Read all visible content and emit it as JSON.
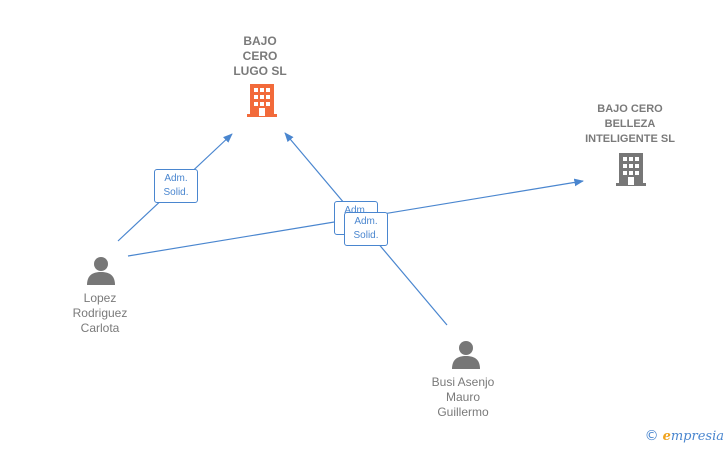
{
  "companies": [
    {
      "id": "lugo",
      "lines": "BAJO\nCERO\nLUGO  SL",
      "color": "#f26a3a"
    },
    {
      "id": "belleza",
      "lines": "BAJO CERO\nBELLEZA\nINTELIGENTE SL",
      "color": "#777777"
    }
  ],
  "people": [
    {
      "id": "lopez",
      "lines": "Lopez\nRodriguez\nCarlota"
    },
    {
      "id": "busi",
      "lines": "Busi Asenjo\nMauro\nGuillermo"
    }
  ],
  "relations": [
    {
      "id": "r1",
      "line1": "Adm.",
      "line2": "Solid."
    },
    {
      "id": "r2",
      "line1": "Adm.",
      "line2": "Solid."
    },
    {
      "id": "r3",
      "line1": "Adm.",
      "line2": "Solid."
    }
  ],
  "colors": {
    "edge": "#4a86cf",
    "person": "#777777"
  },
  "brand": {
    "copyright": "©",
    "initial": "e",
    "rest": "mpresia"
  }
}
